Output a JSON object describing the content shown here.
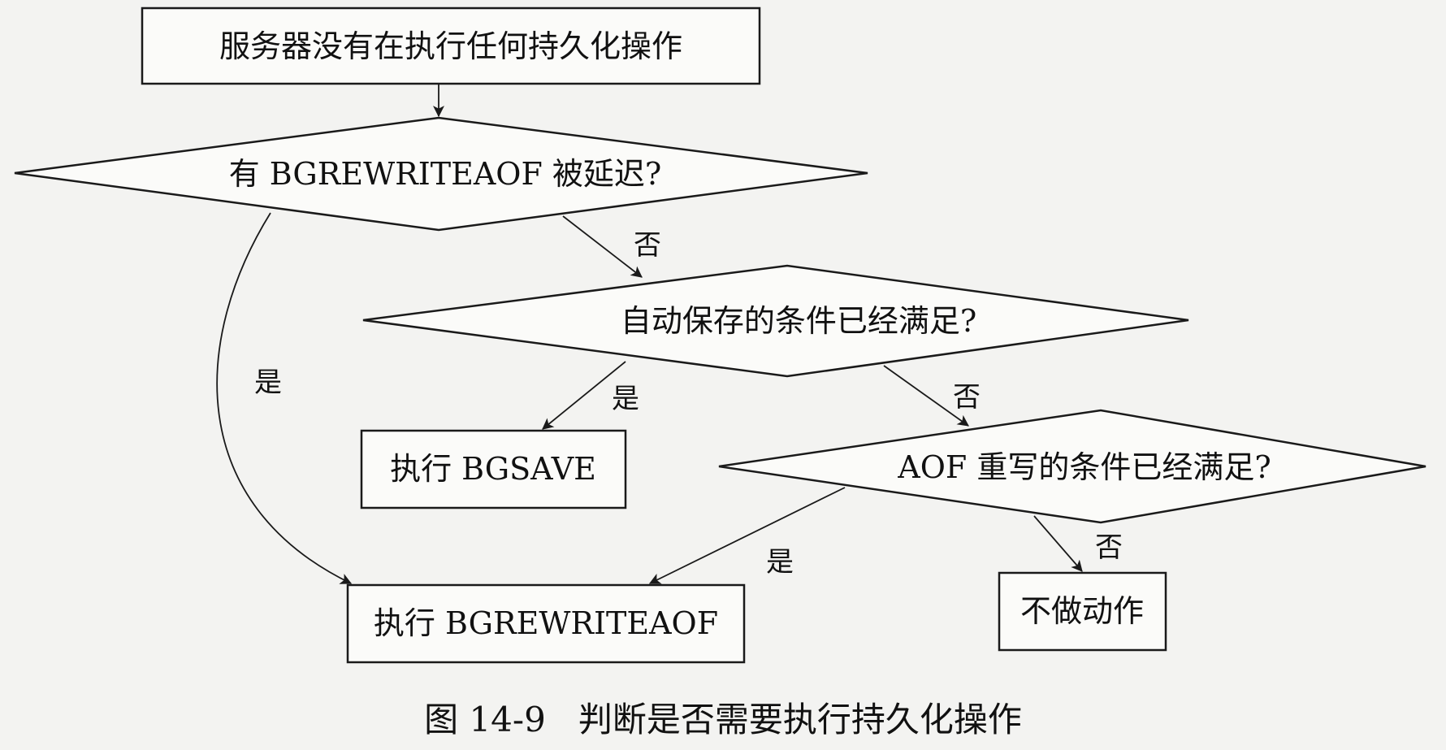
{
  "nodes": {
    "start": "服务器没有在执行任何持久化操作",
    "q_bgrewrite_delayed": "有 BGREWRITEAOF 被延迟?",
    "q_autosave": "自动保存的条件已经满足?",
    "do_bgsave": "执行 BGSAVE",
    "q_aof_rewrite": "AOF 重写的条件已经满足?",
    "do_bgrewriteaof": "执行 BGREWRITEAOF",
    "do_nothing": "不做动作"
  },
  "edges": {
    "delayed_yes": "是",
    "delayed_no": "否",
    "autosave_yes": "是",
    "autosave_no": "否",
    "aof_yes": "是",
    "aof_no": "否"
  },
  "caption": "图 14-9   判断是否需要执行持久化操作"
}
